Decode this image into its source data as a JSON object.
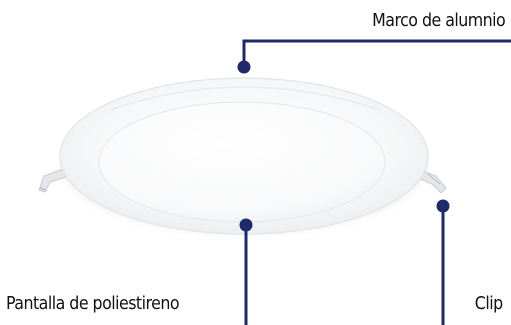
{
  "callouts": {
    "frame": "Marco de alumnio",
    "diffuser": "Pantalla de poliestireno",
    "clip": "Clip"
  },
  "colors": {
    "leader": "#1f2a6b",
    "panel_rim": "#f4f5f7",
    "panel_face": "#fbfbfc",
    "background": "#ffffff"
  }
}
